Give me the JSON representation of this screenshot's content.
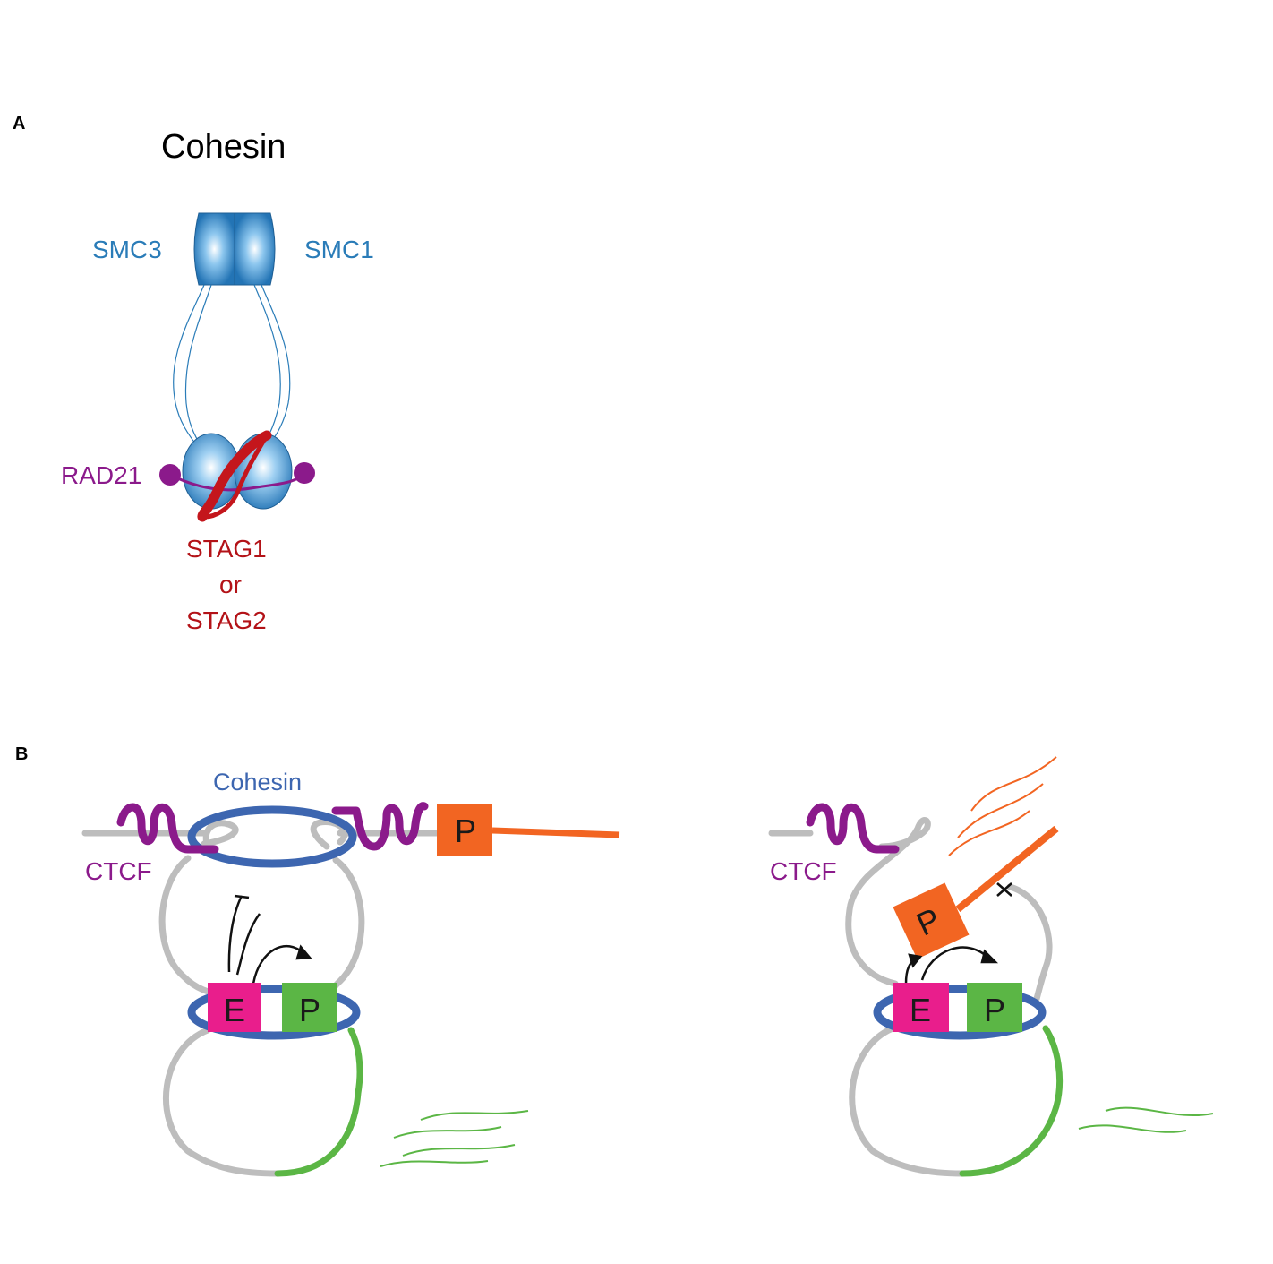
{
  "panel_a": {
    "letter": "A",
    "title": "Cohesin",
    "smc3": "SMC3",
    "smc1": "SMC1",
    "rad21": "RAD21",
    "stag_line1": "STAG1",
    "stag_line2": "or",
    "stag_line3": "STAG2"
  },
  "panel_b": {
    "letter": "B",
    "cohesin": "Cohesin",
    "ctcf_left": "CTCF",
    "ctcf_right": "CTCF",
    "p_orange_left": "P",
    "p_orange_right": "P",
    "e_left": "E",
    "p_green_left": "P",
    "e_right": "E",
    "p_green_right": "P"
  },
  "colors": {
    "smc_blue": "#2a7cb8",
    "cohesin_ring": "#3d66b0",
    "ctcf_purple": "#8b1a8b",
    "stag_red": "#c4161c",
    "promoter_orange": "#f26522",
    "enhancer_magenta": "#e91e8c",
    "promoter_green": "#5bb645",
    "chromatin_gray": "#bdbdbd"
  }
}
